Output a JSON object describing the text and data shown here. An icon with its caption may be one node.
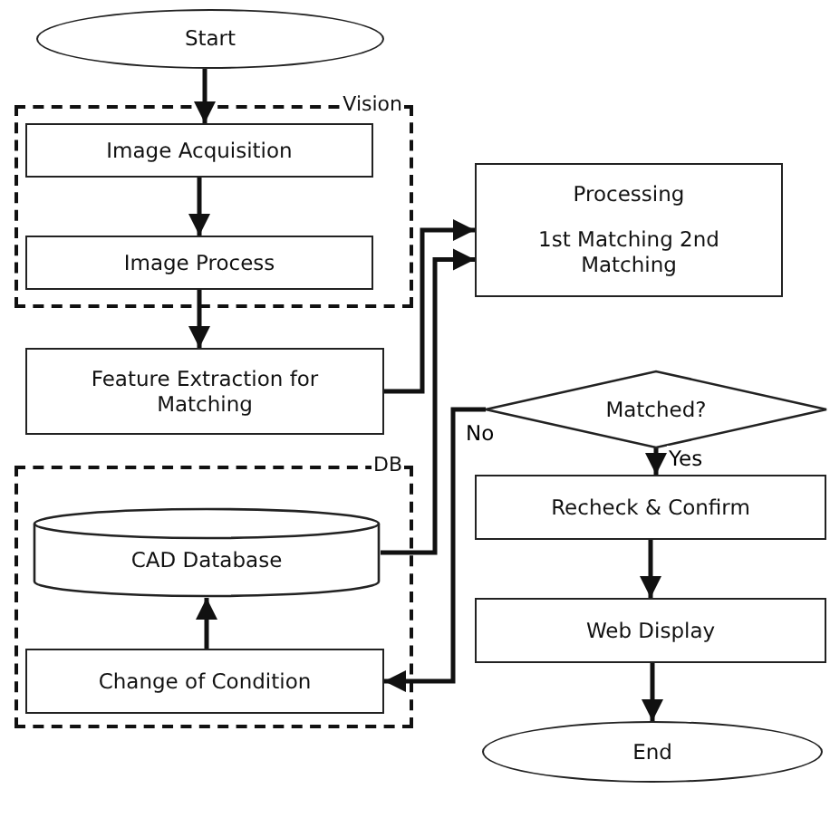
{
  "diagram": {
    "nodes": [
      {
        "text": [
          "Start"
        ]
      },
      {
        "text": [
          "Vision"
        ]
      },
      {
        "text": [
          "Image Acquisition"
        ],
        "in": 1
      },
      {
        "text": [
          "Image Process"
        ],
        "in": 1
      },
      {
        "text": [
          "Feature Extraction for Matching"
        ]
      },
      {
        "text": [
          "DB"
        ]
      },
      {
        "text": [
          "CAD Database"
        ],
        "in": 5
      },
      {
        "text": [
          "Change of Condition"
        ],
        "in": 5
      },
      {
        "text": [
          "Processing",
          "1st Matching 2nd Matching"
        ]
      },
      {
        "text": [
          "Matched?"
        ]
      },
      {
        "text": [
          "Recheck & Confirm"
        ]
      },
      {
        "text": [
          "Web Display"
        ]
      },
      {
        "text": [
          "End"
        ]
      }
    ],
    "edges": [
      {
        "from": 0,
        "to": 2,
        "arrow": "to"
      },
      {
        "from": 2,
        "to": 3,
        "arrow": "to"
      },
      {
        "from": 3,
        "to": 4,
        "arrow": "to"
      },
      {
        "from": 4,
        "to": 8,
        "arrow": "to"
      },
      {
        "from": 6,
        "to": 8,
        "arrow": "to"
      },
      {
        "from": 7,
        "to": 6,
        "arrow": "to"
      },
      {
        "from": 9,
        "to": 7,
        "label": "No",
        "arrow": "to"
      },
      {
        "from": 9,
        "to": 10,
        "label": "Yes",
        "arrow": "to"
      },
      {
        "from": 10,
        "to": 11,
        "arrow": "to"
      },
      {
        "from": 11,
        "to": 12,
        "arrow": "to"
      }
    ]
  }
}
